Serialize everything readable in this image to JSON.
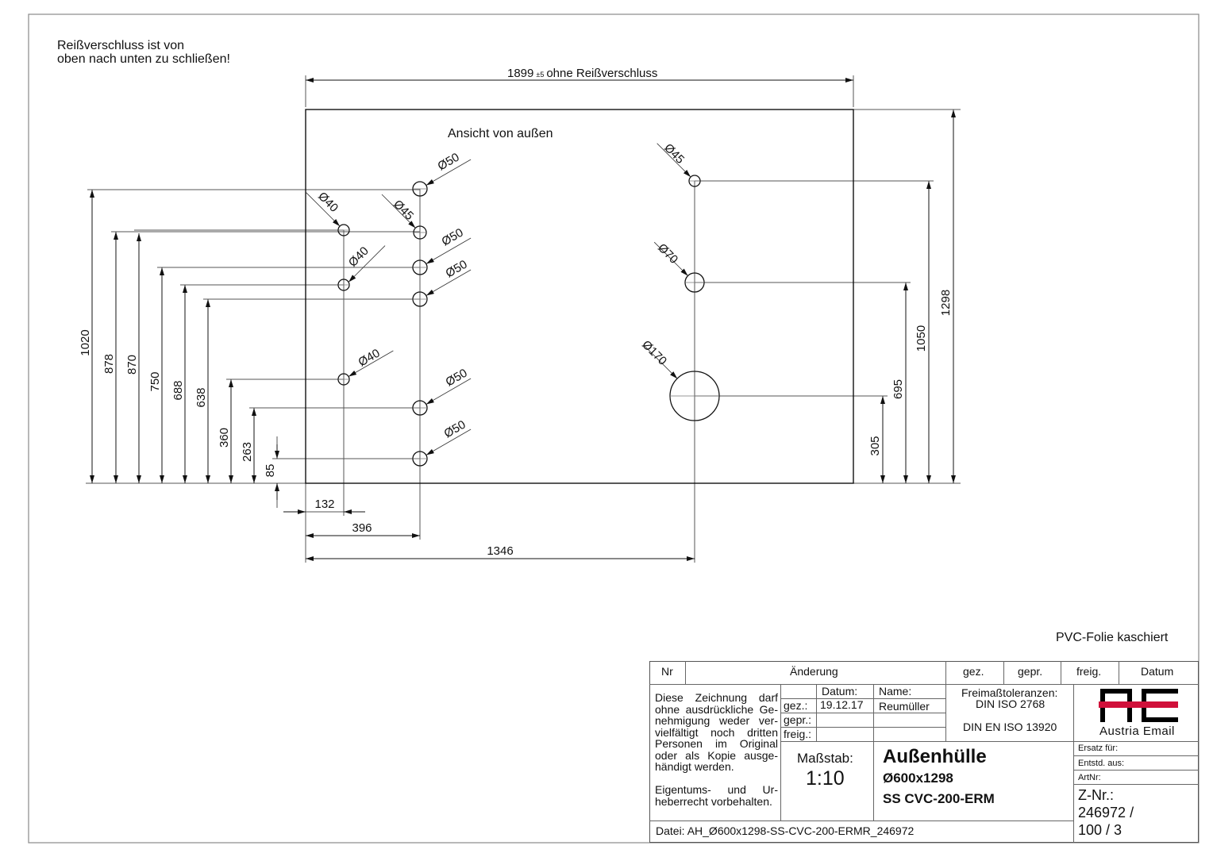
{
  "notes": {
    "zipper_line1": "Reißverschluss ist von",
    "zipper_line2": "oben nach unten zu schließen!",
    "view_title": "Ansicht von außen",
    "coating": "PVC-Folie kaschiert"
  },
  "dimensions": {
    "top_width": "1899",
    "top_tol": "±5",
    "top_suffix": "ohne Reißverschluss",
    "left": [
      "1020",
      "878",
      "870",
      "750",
      "688",
      "638",
      "360",
      "263",
      "85"
    ],
    "right": [
      "305",
      "695",
      "1050",
      "1298"
    ],
    "bottom": [
      "132",
      "396",
      "1346"
    ]
  },
  "holes": [
    "Ø50",
    "Ø40",
    "Ø45",
    "Ø50",
    "Ø40",
    "Ø50",
    "Ø40",
    "Ø50",
    "Ø50",
    "Ø45",
    "Ø70",
    "Ø170"
  ],
  "title_block": {
    "headers": [
      "Nr",
      "Änderung",
      "gez.",
      "gepr.",
      "freig.",
      "Datum"
    ],
    "copyright": [
      "Diese Zeichnung darf",
      "ohne ausdrückliche Ge-",
      "nehmigung weder ver-",
      "vielfältigt noch dritten",
      "Personen im Original",
      "oder als Kopie ausge-",
      "händigt werden.",
      "",
      "Eigentums- und Ur-",
      "heberrecht vorbehalten."
    ],
    "datum_label": "Datum:",
    "name_label": "Name:",
    "gez_label": "gez.:",
    "gepr_label": "gepr.:",
    "freig_label": "freig.:",
    "gez_date": "19.12.17",
    "gez_name": "Reumüller",
    "tolerances_label": "Freimaßtoleranzen:",
    "tol1": "DIN ISO 2768",
    "tol2": "DIN EN ISO 13920",
    "logo_text": "Austria Email",
    "logo_letters": "AE",
    "scale_label": "Maßstab:",
    "scale": "1:10",
    "title": "Außenhülle",
    "subtitle1": "Ø600x1298",
    "subtitle2": "SS CVC-200-ERM",
    "ersatz": "Ersatz für:",
    "entstd": "Entstd. aus:",
    "artnr": "ArtNr:",
    "znr_label": "Z-Nr.:",
    "znr1": "246972 /",
    "znr2": "100 / 3",
    "datei": "Datei: AH_Ø600x1298-SS-CVC-200-ERMR_246972"
  },
  "colors": {
    "logo_red": "#d0103a",
    "logo_black": "#000000"
  }
}
